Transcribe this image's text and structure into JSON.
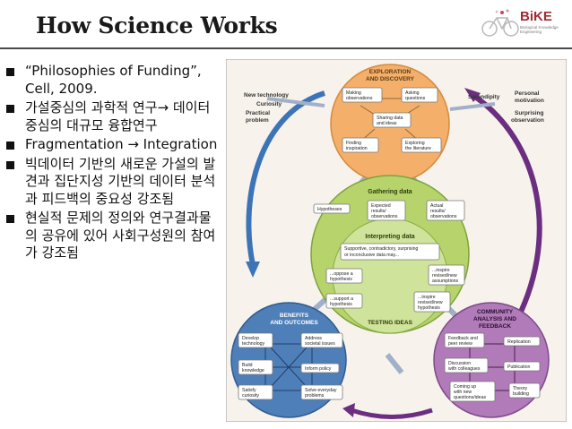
{
  "slide": {
    "title": "How Science Works"
  },
  "logo": {
    "name": "BiKE",
    "subtitle": "Biological Knowledge Engineering"
  },
  "bullets": [
    {
      "text": "“Philosophies of Funding”, Cell, 2009."
    },
    {
      "text": "가설중심의 과학적 연구→ 데이터 중심의 대규모 융합연구"
    },
    {
      "text": "Fragmentation → Integration"
    },
    {
      "text": "빅데이터 기반의 새로운 가설의 발견과 집단지성 기반의 데이터 분석과 피드백의 중요성 강조됨"
    },
    {
      "text": "현실적 문제의 정의와 연구결과물의 공유에 있어 사회구성원의 참여가 강조됨"
    }
  ],
  "figure": {
    "left_labels": [
      "New technology",
      "Curiosity",
      "Practical",
      "problem"
    ],
    "right_labels": [
      "Serendipity",
      "Personal",
      "motivation",
      "Surprising",
      "observation"
    ],
    "exploration": {
      "title_line1": "EXPLORATION",
      "title_line2": "AND DISCOVERY",
      "boxes": [
        [
          "Making",
          "observations"
        ],
        [
          "Asking",
          "questions"
        ],
        [
          "Sharing data",
          "and ideas"
        ],
        [
          "Finding",
          "inspiration"
        ],
        [
          "Exploring",
          "the literature"
        ]
      ]
    },
    "testing": {
      "gathering_title": "Gathering data",
      "hypotheses": "Hypotheses",
      "expected": [
        "Expected",
        "results/",
        "observations"
      ],
      "actual": [
        "Actual",
        "results/",
        "observations"
      ],
      "interpreting_title": "Interpreting data",
      "supportive": [
        "Supportive, contradictory, surprising",
        "or inconclusive data may..."
      ],
      "oppose": [
        "...oppose a",
        "hypothesis"
      ],
      "inspire_assumptions": [
        "...inspire",
        "revised/new",
        "assumptions"
      ],
      "support": [
        "...support a",
        "hypothesis"
      ],
      "inspire_hypothesis": [
        "...inspire",
        "revised/new",
        "hypothesis"
      ],
      "title": "TESTING IDEAS"
    },
    "benefits": {
      "title_line1": "BENEFITS",
      "title_line2": "AND OUTCOMES",
      "boxes": [
        [
          "Develop",
          "technology"
        ],
        [
          "Address",
          "societal issues"
        ],
        [
          "Build",
          "knowledge"
        ],
        [
          "Inform policy"
        ],
        [
          "Satisfy",
          "curiosity"
        ],
        [
          "Solve everyday",
          "problems"
        ]
      ]
    },
    "community": {
      "title_line1": "COMMUNITY",
      "title_line2": "ANALYSIS AND",
      "title_line3": "FEEDBACK",
      "boxes": [
        [
          "Feedback and",
          "peer review"
        ],
        [
          "Replication"
        ],
        [
          "Discussion",
          "with colleagues"
        ],
        [
          "Publication"
        ],
        [
          "Coming up",
          "with new",
          "questions/ideas"
        ],
        [
          "Theory",
          "building"
        ]
      ]
    },
    "colors": {
      "exploration": "#f4b06a",
      "testing": "#b6d46b",
      "benefits": "#4f7fb8",
      "community": "#b17ab8",
      "big_arrow": "#6c2e80",
      "small_arrow": "#a0b0c8",
      "left_arrow": "#3d74b8"
    }
  }
}
